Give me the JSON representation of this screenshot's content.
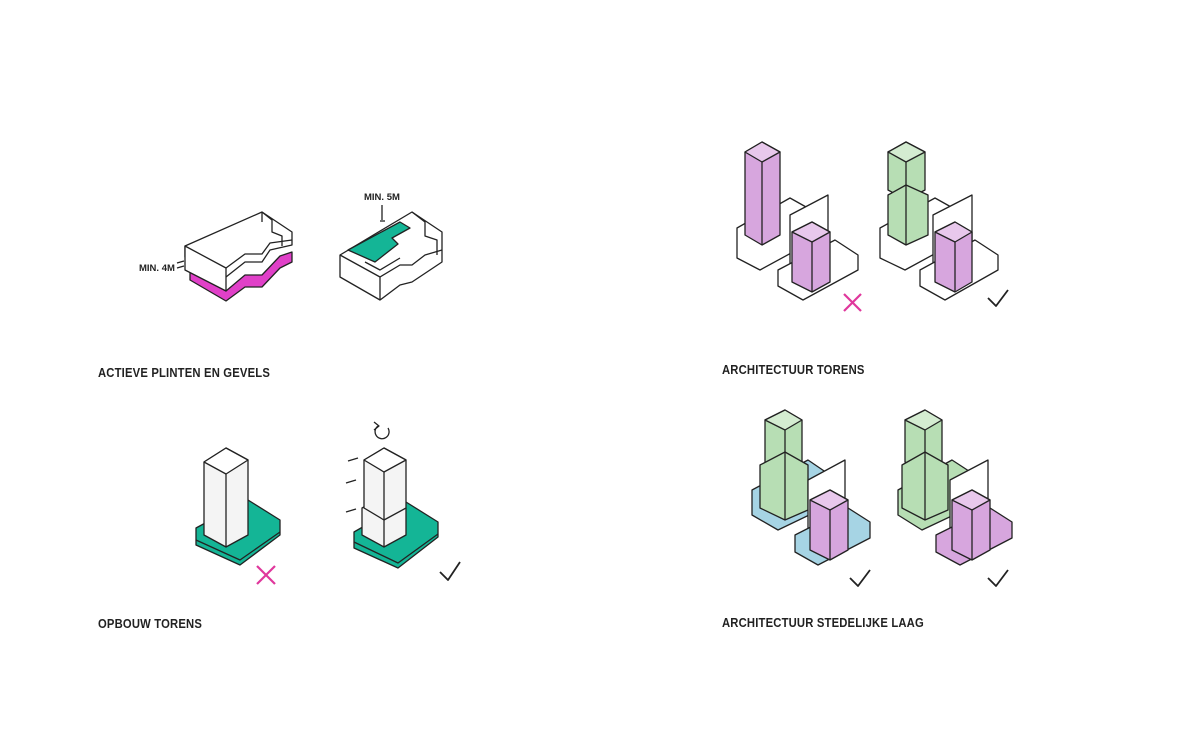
{
  "colors": {
    "magenta": "#e040c8",
    "teal": "#14b596",
    "lilac": "#d7a6de",
    "green": "#b7deb4",
    "blue": "#a6d4e4",
    "line": "#222222",
    "wrong_mark": "#e0379c",
    "correct_mark": "#222222"
  },
  "panels": {
    "actieve": {
      "title": "ACTIEVE PLINTEN EN GEVELS",
      "dim_left": "MIN. 4M",
      "dim_right": "MIN. 5M"
    },
    "opbouw": {
      "title": "OPBOUW TORENS",
      "rotate_icon": "rotate-arrow-icon",
      "wrong_icon": "cross-icon",
      "correct_icon": "check-icon"
    },
    "architectuur": {
      "title": "ARCHITECTUUR TORENS",
      "wrong_icon": "cross-icon",
      "correct_icon": "check-icon"
    },
    "stedelijk": {
      "title": "ARCHITECTUUR STEDELIJKE LAAG",
      "left_icon": "check-icon",
      "right_icon": "check-icon"
    }
  }
}
